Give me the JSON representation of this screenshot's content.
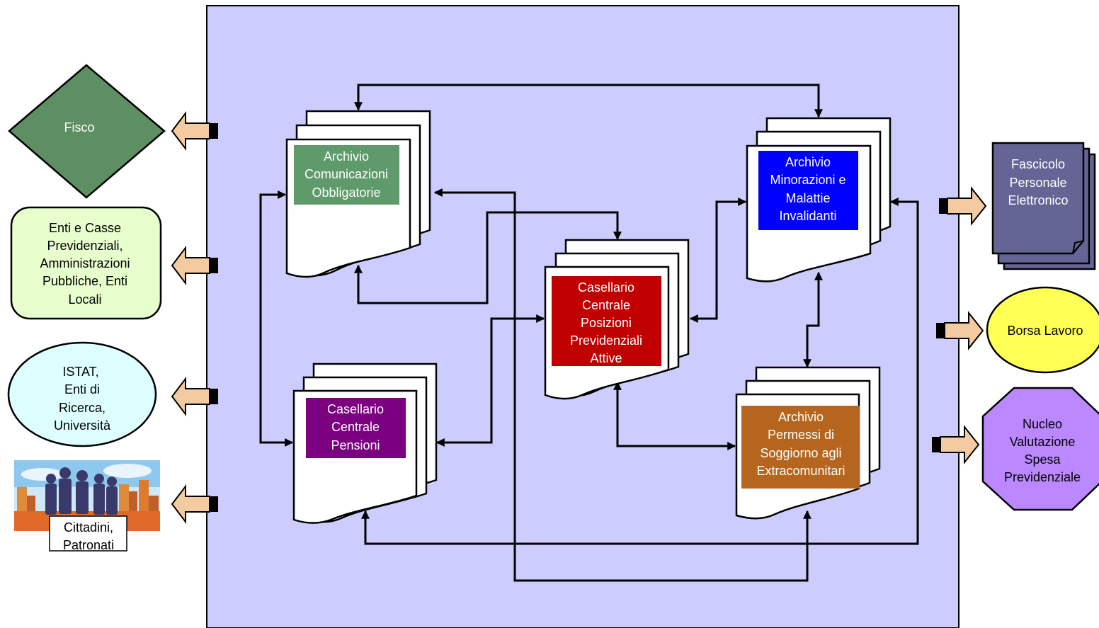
{
  "left_entities": {
    "fisco": "Fisco",
    "enti": [
      "Enti  e Casse",
      "Previdenziali,",
      "Amministrazioni",
      "Pubbliche, Enti",
      "Locali"
    ],
    "istat": [
      "ISTAT,",
      "Enti di",
      "Ricerca,",
      "Università"
    ],
    "cittadini": [
      "Cittadini,",
      "Patronati"
    ]
  },
  "archives": {
    "comunicazioni": [
      "Archivio",
      "Comunicazioni",
      "Obbligatorie"
    ],
    "minorazioni": [
      "Archivio",
      "Minorazioni e",
      "Malattie",
      "Invalidanti"
    ],
    "casellario_attive": [
      "Casellario",
      "Centrale",
      "Posizioni",
      "Previdenziali",
      "Attive"
    ],
    "casellario_pensioni": [
      "Casellario",
      "Centrale",
      "Pensioni"
    ],
    "permessi": [
      "Archivio",
      "Permessi di",
      "Soggiorno agli",
      "Extracomunitari"
    ]
  },
  "right_entities": {
    "fascicolo": [
      "Fascicolo",
      "Personale",
      "Elettronico"
    ],
    "borsa": "Borsa Lavoro",
    "nucleo": [
      "Nucleo",
      "Valutazione",
      "Spesa",
      "Previdenziale"
    ]
  },
  "colors": {
    "panel": "#CCCCFF",
    "fisco": "#5E8F62",
    "enti": "#E6FFCC",
    "istat": "#DDFFFF",
    "comunicazioni": "#5E9A6A",
    "minorazioni": "#0000FF",
    "casellario_attive": "#C00000",
    "casellario_pensioni": "#7A0080",
    "permessi": "#B5651D",
    "fascicolo": "#656595",
    "borsa": "#FFFF55",
    "nucleo": "#BB88FF",
    "arrow": "#F4CBA0"
  }
}
